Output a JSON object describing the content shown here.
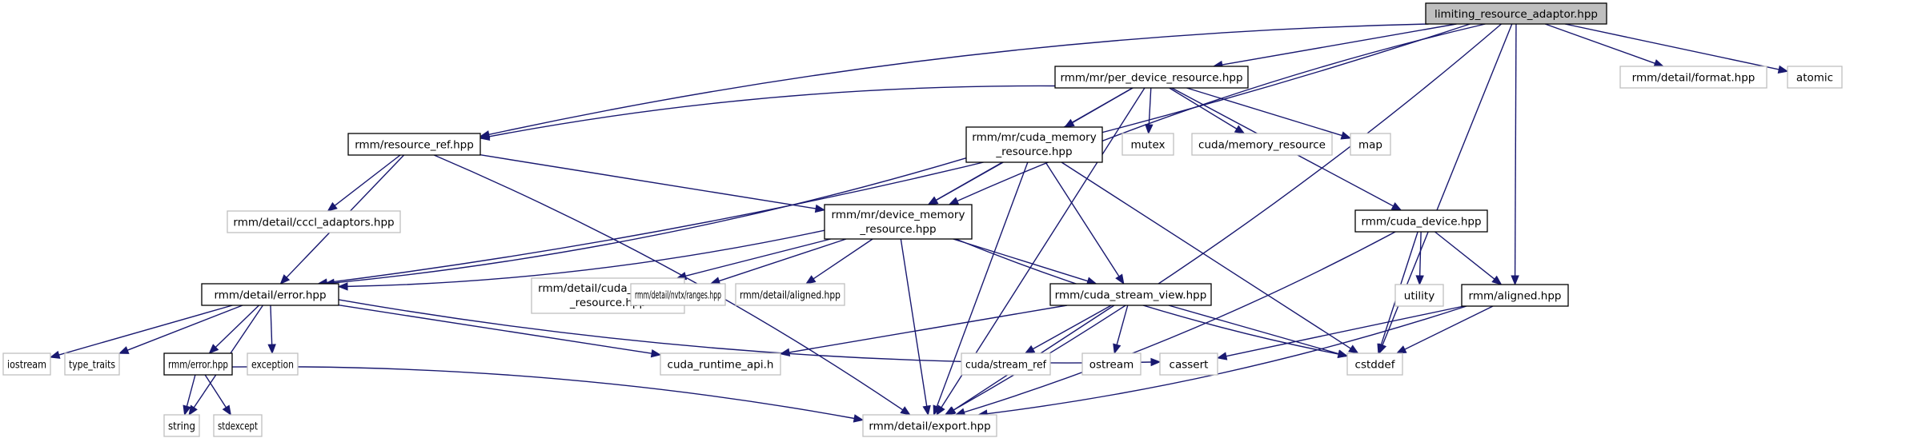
{
  "graph": {
    "title": "Include dependency graph for limiting_resource_adaptor.hpp",
    "edge_color": "#191970",
    "root_fill": "#bfbfbf",
    "internal_border": "#000000",
    "external_border": "#bfbfbf",
    "nodes": [
      {
        "id": "root",
        "lines": [
          "limiting_resource_adaptor.hpp"
        ],
        "kind": "root"
      },
      {
        "id": "per_device",
        "lines": [
          "rmm/mr/per_device_resource.hpp"
        ],
        "kind": "internal"
      },
      {
        "id": "format",
        "lines": [
          "rmm/detail/format.hpp"
        ],
        "kind": "external"
      },
      {
        "id": "atomic",
        "lines": [
          "atomic"
        ],
        "kind": "external"
      },
      {
        "id": "resource_ref",
        "lines": [
          "rmm/resource_ref.hpp"
        ],
        "kind": "internal"
      },
      {
        "id": "cuda_memory_resource",
        "lines": [
          "rmm/mr/cuda_memory",
          "_resource.hpp"
        ],
        "kind": "internal"
      },
      {
        "id": "mutex",
        "lines": [
          "mutex"
        ],
        "kind": "external"
      },
      {
        "id": "cuda_mem_res",
        "lines": [
          "cuda/memory_resource"
        ],
        "kind": "external"
      },
      {
        "id": "map",
        "lines": [
          "map"
        ],
        "kind": "external"
      },
      {
        "id": "cccl",
        "lines": [
          "rmm/detail/cccl_adaptors.hpp"
        ],
        "kind": "external"
      },
      {
        "id": "device_memory_resource",
        "lines": [
          "rmm/mr/device_memory",
          "_resource.hpp"
        ],
        "kind": "internal"
      },
      {
        "id": "cuda_device",
        "lines": [
          "rmm/cuda_device.hpp"
        ],
        "kind": "internal"
      },
      {
        "id": "error_detail",
        "lines": [
          "rmm/detail/error.hpp"
        ],
        "kind": "internal"
      },
      {
        "id": "detail_cuda_mem",
        "lines": [
          "rmm/detail/cuda_memory",
          "_resource.hpp"
        ],
        "kind": "external"
      },
      {
        "id": "nvtx",
        "lines": [
          "rmm/detail/nvtx/ranges.hpp"
        ],
        "kind": "external"
      },
      {
        "id": "detail_aligned",
        "lines": [
          "rmm/detail/aligned.hpp"
        ],
        "kind": "external"
      },
      {
        "id": "stream_view",
        "lines": [
          "rmm/cuda_stream_view.hpp"
        ],
        "kind": "internal"
      },
      {
        "id": "utility",
        "lines": [
          "utility"
        ],
        "kind": "external"
      },
      {
        "id": "aligned",
        "lines": [
          "rmm/aligned.hpp"
        ],
        "kind": "internal"
      },
      {
        "id": "iostream",
        "lines": [
          "iostream"
        ],
        "kind": "external"
      },
      {
        "id": "type_traits",
        "lines": [
          "type_traits"
        ],
        "kind": "external"
      },
      {
        "id": "error",
        "lines": [
          "rmm/error.hpp"
        ],
        "kind": "internal"
      },
      {
        "id": "exception",
        "lines": [
          "exception"
        ],
        "kind": "external"
      },
      {
        "id": "cuda_runtime",
        "lines": [
          "cuda_runtime_api.h"
        ],
        "kind": "external"
      },
      {
        "id": "stream_ref",
        "lines": [
          "cuda/stream_ref"
        ],
        "kind": "external"
      },
      {
        "id": "ostream",
        "lines": [
          "ostream"
        ],
        "kind": "external"
      },
      {
        "id": "cassert",
        "lines": [
          "cassert"
        ],
        "kind": "external"
      },
      {
        "id": "cstddef",
        "lines": [
          "cstddef"
        ],
        "kind": "external"
      },
      {
        "id": "string",
        "lines": [
          "string"
        ],
        "kind": "external"
      },
      {
        "id": "stdexcept",
        "lines": [
          "stdexcept"
        ],
        "kind": "external"
      },
      {
        "id": "export",
        "lines": [
          "rmm/detail/export.hpp"
        ],
        "kind": "external"
      }
    ],
    "edges": [
      [
        "root",
        "per_device"
      ],
      [
        "root",
        "format"
      ],
      [
        "root",
        "atomic"
      ],
      [
        "root",
        "resource_ref"
      ],
      [
        "root",
        "error_detail"
      ],
      [
        "root",
        "device_memory_resource"
      ],
      [
        "root",
        "aligned"
      ],
      [
        "root",
        "cstddef"
      ],
      [
        "root",
        "export"
      ],
      [
        "per_device",
        "resource_ref"
      ],
      [
        "per_device",
        "cuda_memory_resource"
      ],
      [
        "per_device",
        "mutex"
      ],
      [
        "per_device",
        "cuda_mem_res"
      ],
      [
        "per_device",
        "map"
      ],
      [
        "per_device",
        "cuda_device"
      ],
      [
        "per_device",
        "device_memory_resource"
      ],
      [
        "per_device",
        "export"
      ],
      [
        "resource_ref",
        "cccl"
      ],
      [
        "resource_ref",
        "device_memory_resource"
      ],
      [
        "resource_ref",
        "error_detail"
      ],
      [
        "resource_ref",
        "export"
      ],
      [
        "cuda_memory_resource",
        "device_memory_resource"
      ],
      [
        "cuda_memory_resource",
        "error_detail"
      ],
      [
        "cuda_memory_resource",
        "stream_view"
      ],
      [
        "cuda_memory_resource",
        "cstddef"
      ],
      [
        "cuda_memory_resource",
        "export"
      ],
      [
        "device_memory_resource",
        "error_detail"
      ],
      [
        "device_memory_resource",
        "detail_cuda_mem"
      ],
      [
        "device_memory_resource",
        "nvtx"
      ],
      [
        "device_memory_resource",
        "detail_aligned"
      ],
      [
        "device_memory_resource",
        "stream_view"
      ],
      [
        "device_memory_resource",
        "cstddef"
      ],
      [
        "device_memory_resource",
        "export"
      ],
      [
        "cuda_device",
        "utility"
      ],
      [
        "cuda_device",
        "aligned"
      ],
      [
        "cuda_device",
        "cstddef"
      ],
      [
        "cuda_device",
        "export"
      ],
      [
        "error_detail",
        "iostream"
      ],
      [
        "error_detail",
        "type_traits"
      ],
      [
        "error_detail",
        "error"
      ],
      [
        "error_detail",
        "exception"
      ],
      [
        "error_detail",
        "string"
      ],
      [
        "error_detail",
        "cuda_runtime"
      ],
      [
        "error_detail",
        "cassert"
      ],
      [
        "error",
        "string"
      ],
      [
        "error",
        "stdexcept"
      ],
      [
        "error",
        "export"
      ],
      [
        "stream_view",
        "cuda_runtime"
      ],
      [
        "stream_view",
        "stream_ref"
      ],
      [
        "stream_view",
        "ostream"
      ],
      [
        "stream_view",
        "cstddef"
      ],
      [
        "stream_view",
        "export"
      ],
      [
        "aligned",
        "cassert"
      ],
      [
        "aligned",
        "cstddef"
      ],
      [
        "aligned",
        "export"
      ]
    ]
  }
}
